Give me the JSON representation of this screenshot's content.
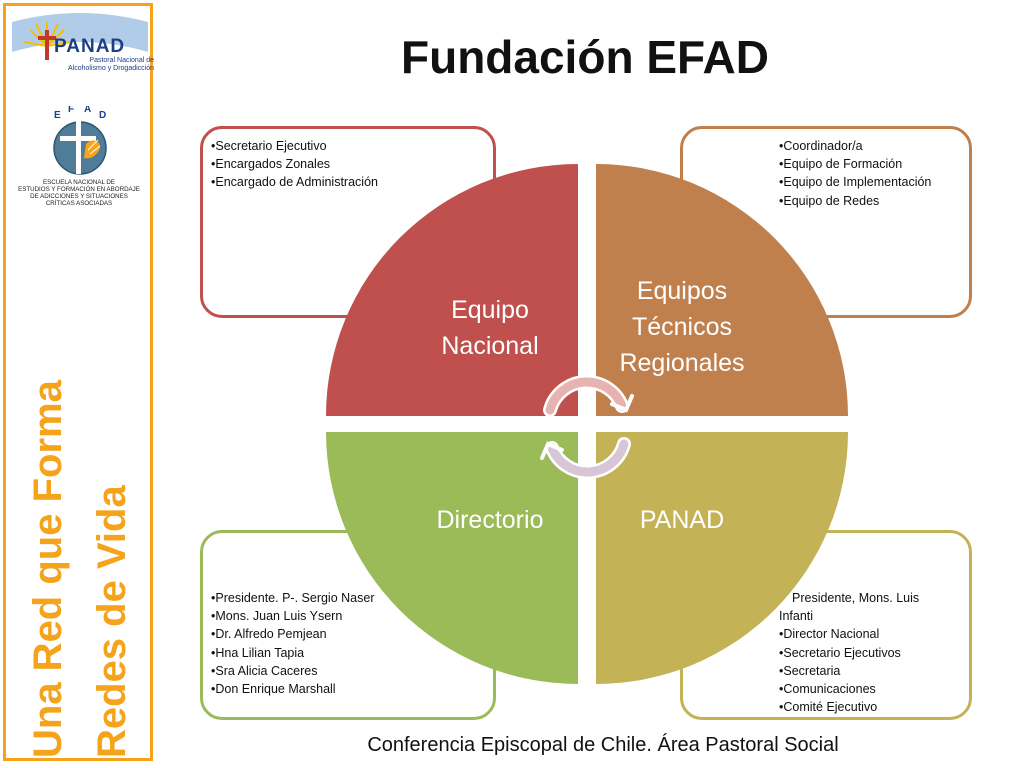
{
  "page": {
    "title": "Fundación EFAD",
    "footer": "Conferencia Episcopal de Chile. Área Pastoral Social"
  },
  "sidebar": {
    "panad_logo_text": "PANAD",
    "panad_logo_subtitle_1": "Pastoral Nacional de",
    "panad_logo_subtitle_2": "Alcoholismo y Drogadicción",
    "efad_logo_text": "EFAD",
    "efad_logo_caption": [
      "ESCUELA NACIONAL DE",
      "ESTUDIOS Y FORMACIÓN EN ABORDAJE",
      "DE ADICCIONES Y SITUACIONES",
      "CRÍTICAS ASOCIADAS"
    ],
    "vertical_line_1": "Una Red que Forma",
    "vertical_line_2": "Redes de Vida"
  },
  "quadrants": {
    "top_left": {
      "label": [
        "Equipo",
        "Nacional"
      ],
      "color": "#c0504d",
      "items": [
        "•Secretario Ejecutivo",
        "•Encargados Zonales",
        "•Encargado de Administración"
      ]
    },
    "top_right": {
      "label": [
        "Equipos",
        "Técnicos",
        "Regionales"
      ],
      "color": "#c0804e",
      "items": [
        "•Coordinador/a",
        "•Equipo de Formación",
        "•Equipo de Implementación",
        "•Equipo de Redes"
      ]
    },
    "bottom_left": {
      "label": [
        "Directorio"
      ],
      "color": "#9bbb59",
      "items": [
        "•Presidente. P-. Sergio Naser",
        "•Mons. Juan Luis Ysern",
        "•Dr. Alfredo Pemjean",
        "•Hna Lilian Tapia",
        "•Sra Alicia Caceres",
        "•Don Enrique Marshall"
      ]
    },
    "bottom_right": {
      "label": [
        "PANAD"
      ],
      "color": "#c4b256",
      "items": [
        "Presidente, Mons. Luis Infanti",
        "•Director Nacional",
        "•Secretario Ejecutivos",
        "•Secretaria",
        "•Comunicaciones",
        "•Comité Ejecutivo"
      ]
    }
  },
  "icons": {
    "cycle": "circular-arrows-icon",
    "efad_logo": "cross-hands-icon",
    "panad_logo": "sun-cross-icon"
  }
}
